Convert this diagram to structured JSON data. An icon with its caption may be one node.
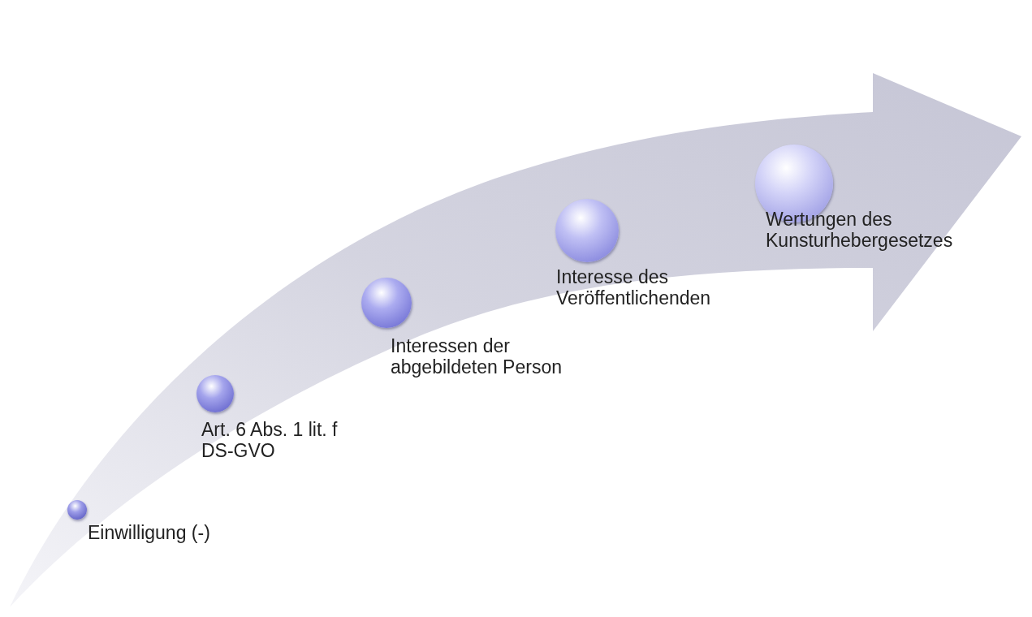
{
  "diagram": {
    "nodes": [
      {
        "text": [
          "Einwilligung (-)"
        ]
      },
      {
        "text": [
          "Art. 6 Abs. 1 lit. f DS-GVO"
        ]
      },
      {
        "text": [
          "Interessen der abgebildeten Person"
        ]
      },
      {
        "text": [
          "Interesse des Veröffentlichenden"
        ]
      },
      {
        "text": [
          "Wertungen des Kunsturhebergesetzes"
        ]
      }
    ],
    "edges": []
  }
}
